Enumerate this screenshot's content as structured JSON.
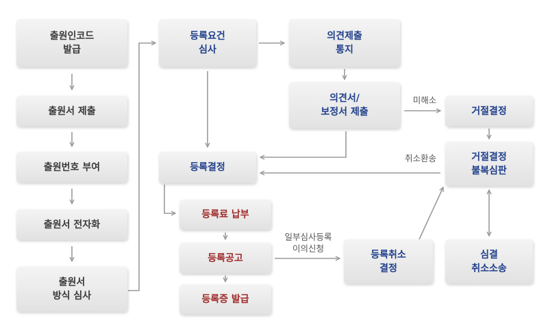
{
  "nodes": {
    "applicant_code": "출원인코드\n발급",
    "submit_application": "출원서 제출",
    "assign_number": "출원번호 부여",
    "digitize_application": "출원서 전자화",
    "formality_exam": "출원서\n방식 심사",
    "substantive_exam": "등록요건\n심사",
    "opinion_notice": "의견제출\n통지",
    "opinion_submission": "의견서/\n보정서 제출",
    "registration_decision": "등록결정",
    "rejection_decision": "거절결정",
    "rejection_appeal": "거절결정\n불복심판",
    "registration_fee": "등록료 납부",
    "registration_publication": "등록공고",
    "certificate_issue": "등록증 발급",
    "cancellation_decision": "등록취소\n결정",
    "trial_cancellation_suit": "심결\n취소소송"
  },
  "edge_labels": {
    "unresolved": "미해소",
    "remand": "취소환송",
    "partial_exam_opposition": "일부심사등록\n이의신청"
  },
  "colors": {
    "step_text": "#3a3a3a",
    "exam_text": "#1f3f8a",
    "registration_text": "#a02a2a",
    "arrow": "#9a9a9a",
    "box_fill_top": "#f4f4f4",
    "box_fill_bottom": "#e2e2e2"
  }
}
